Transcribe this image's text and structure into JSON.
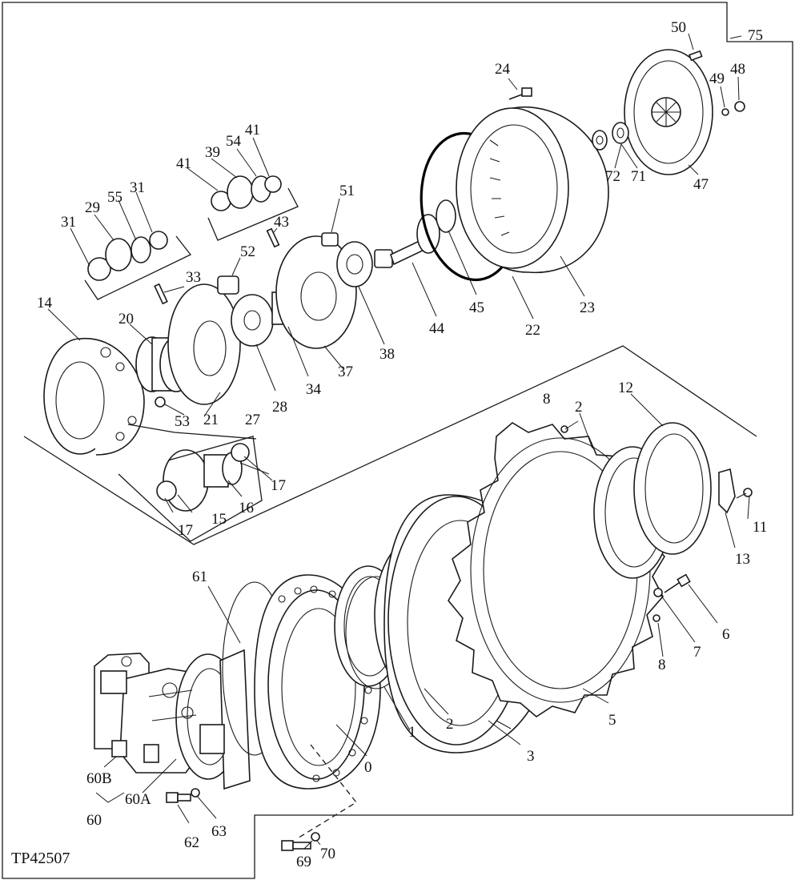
{
  "figure_reference": "TP42507",
  "callouts": {
    "c0": "0",
    "c1": "1",
    "c2a": "2",
    "c2b": "2",
    "c3": "3",
    "c5": "5",
    "c6": "6",
    "c7": "7",
    "c8a": "8",
    "c8b": "8",
    "c11": "11",
    "c12": "12",
    "c13": "13",
    "c14": "14",
    "c15": "15",
    "c16": "16",
    "c17a": "17",
    "c17b": "17",
    "c20": "20",
    "c21": "21",
    "c22": "22",
    "c23": "23",
    "c24": "24",
    "c27": "27",
    "c28": "28",
    "c29": "29",
    "c31a": "31",
    "c31b": "31",
    "c33": "33",
    "c34": "34",
    "c37": "37",
    "c38": "38",
    "c39": "39",
    "c41a": "41",
    "c41b": "41",
    "c43": "43",
    "c44": "44",
    "c45": "45",
    "c47": "47",
    "c48": "48",
    "c49": "49",
    "c50": "50",
    "c51": "51",
    "c52": "52",
    "c53": "53",
    "c54": "54",
    "c55": "55",
    "c60": "60",
    "c60A": "60A",
    "c60B": "60B",
    "c61": "61",
    "c62": "62",
    "c63": "63",
    "c69": "69",
    "c70": "70",
    "c71": "71",
    "c72": "72",
    "c75": "75"
  }
}
